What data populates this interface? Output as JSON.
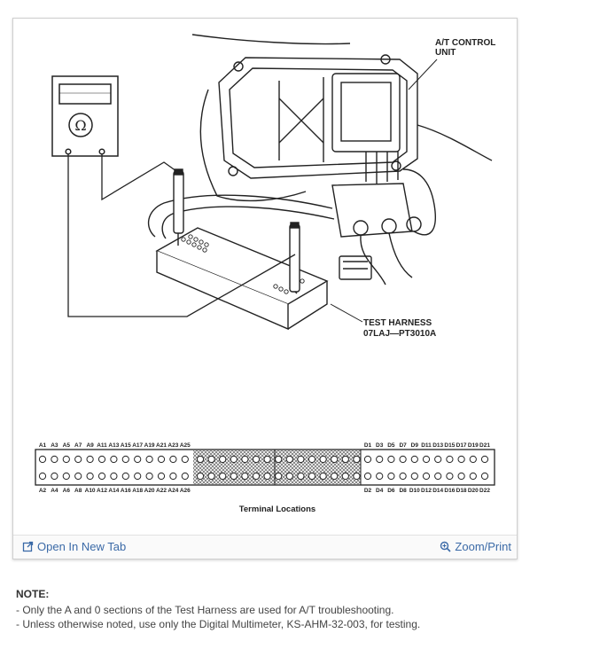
{
  "figure": {
    "labels": {
      "control_unit_line1": "A/T CONTROL",
      "control_unit_line2": "UNIT",
      "harness_line1": "TEST HARNESS",
      "harness_line2": "07LAJ—PT3010A",
      "terminal_caption": "Terminal Locations"
    },
    "terminals": {
      "a_top": [
        "A1",
        "A3",
        "A5",
        "A7",
        "A9",
        "A11",
        "A13",
        "A15",
        "A17",
        "A19",
        "A21",
        "A23",
        "A25"
      ],
      "a_bottom": [
        "A2",
        "A4",
        "A6",
        "A8",
        "A10",
        "A12",
        "A14",
        "A16",
        "A18",
        "A20",
        "A22",
        "A24",
        "A26"
      ],
      "d_top": [
        "D1",
        "D3",
        "D5",
        "D7",
        "D9",
        "D11",
        "D13",
        "D15",
        "D17",
        "D19",
        "D21"
      ],
      "d_bottom": [
        "D2",
        "D4",
        "D6",
        "D8",
        "D10",
        "D12",
        "D14",
        "D16",
        "D18",
        "D20",
        "D22"
      ]
    },
    "icons": {
      "meter_symbol": "ohm-symbol"
    }
  },
  "footer": {
    "open_label": "Open In New Tab",
    "zoom_label": "Zoom/Print",
    "open_icon": "open-in-new-tab-icon",
    "zoom_icon": "zoom-icon",
    "link_color": "#3b6aa7"
  },
  "note": {
    "title": "NOTE:",
    "lines": [
      "-  Only the A and 0 sections of the Test Harness are used for A/T troubleshooting.",
      "-  Unless otherwise noted, use only the Digital Multimeter, KS-AHM-32-003, for testing."
    ]
  }
}
